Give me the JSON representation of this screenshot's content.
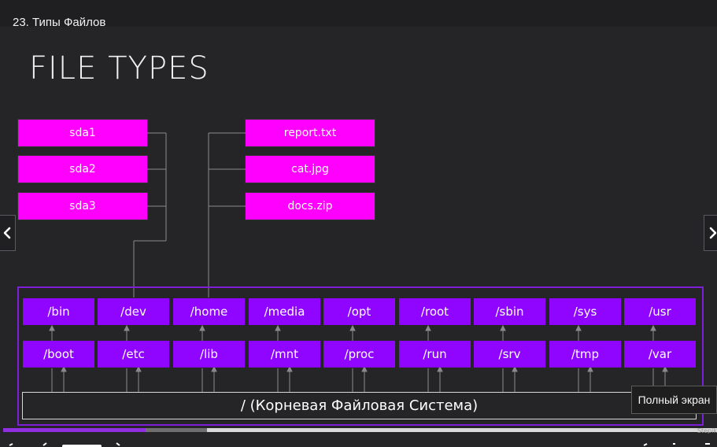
{
  "player": {
    "video_title": "23. Типы Файлов",
    "tooltip": "Полный экран",
    "progress": {
      "played_fraction": 0.2,
      "buffered_fraction": 0.286
    },
    "watermark": "Stepik",
    "nav_prev_icon": "chevron-left-icon",
    "nav_next_icon": "chevron-right-icon"
  },
  "slide": {
    "title": "FILE TYPES",
    "devices": [
      "sda1",
      "sda2",
      "sda3"
    ],
    "files": [
      "report.txt",
      "cat.jpg",
      "docs.zip"
    ],
    "top_dirs": [
      "/bin",
      "/dev",
      "/home",
      "/media",
      "/opt",
      "/root",
      "/sbin",
      "/sys",
      "/usr"
    ],
    "bottom_dirs": [
      "/boot",
      "/etc",
      "/lib",
      "/mnt",
      "/proc",
      "/run",
      "/srv",
      "/tmp",
      "/var"
    ],
    "root_label": "/ (Корневая Файловая Система)",
    "colors": {
      "device_box": "#ff00ff",
      "dir_box": "#8f05ff",
      "frame": "#7c1fd6",
      "background": "#252527",
      "progress": "#8f2fe0"
    }
  }
}
